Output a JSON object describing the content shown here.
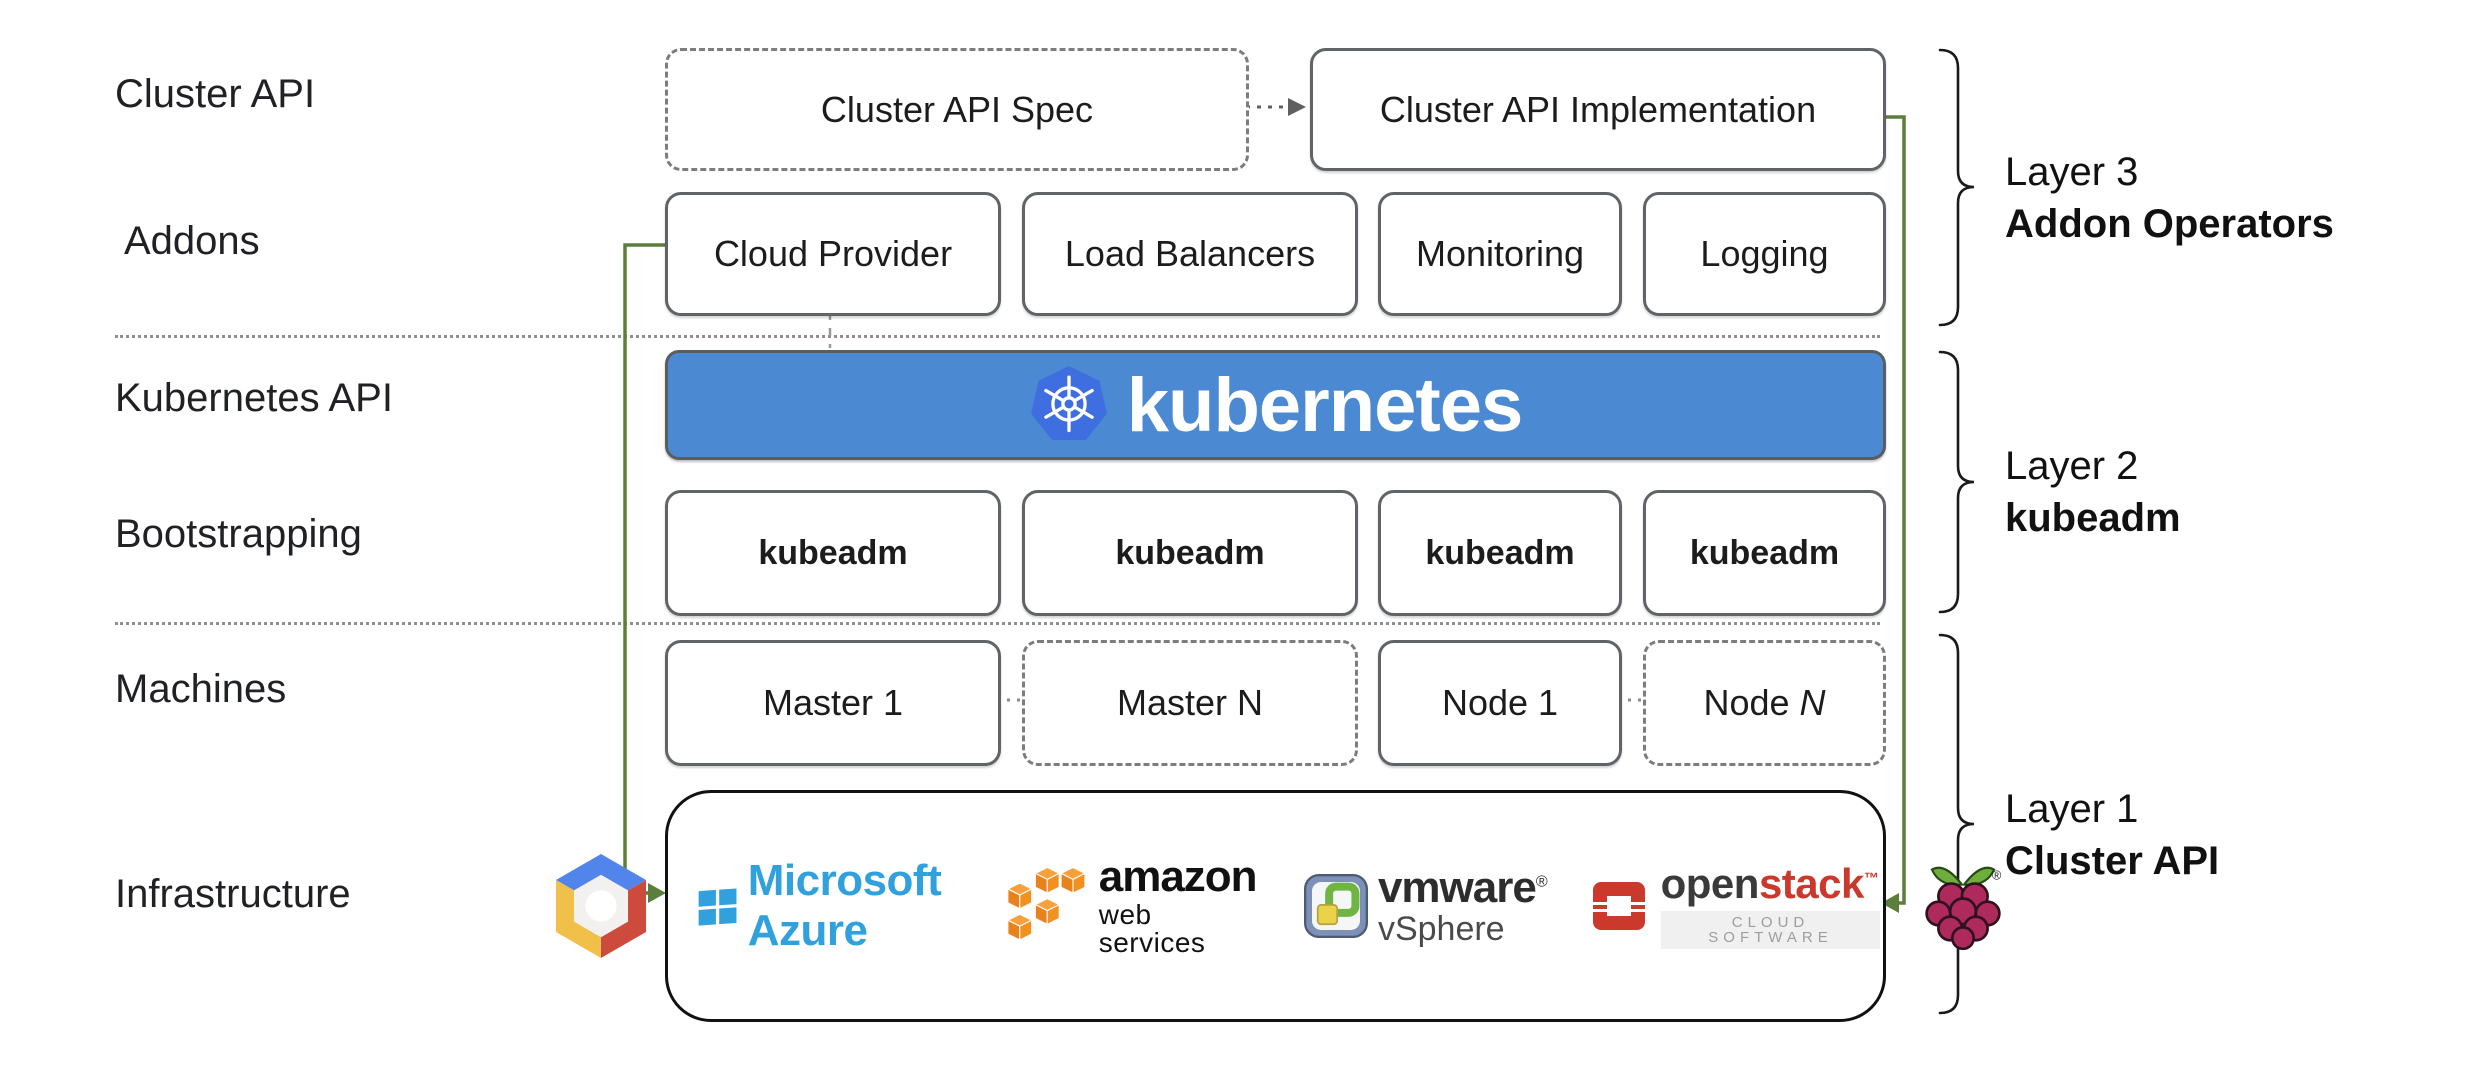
{
  "row_labels": [
    {
      "label": "Cluster API"
    },
    {
      "label": "Addons"
    },
    {
      "label": "Kubernetes API"
    },
    {
      "label": "Bootstrapping"
    },
    {
      "label": "Machines"
    },
    {
      "label": "Infrastructure"
    }
  ],
  "cluster_api_row": {
    "spec": "Cluster API Spec",
    "implementation": "Cluster API Implementation"
  },
  "addons": [
    "Cloud Provider",
    "Load Balancers",
    "Monitoring",
    "Logging"
  ],
  "kubernetes_banner": {
    "text": "kubernetes"
  },
  "bootstrapping": [
    "kubeadm",
    "kubeadm",
    "kubeadm",
    "kubeadm"
  ],
  "machines": [
    {
      "text": "Master 1"
    },
    {
      "text": "Master N"
    },
    {
      "text": "Node 1"
    },
    {
      "text": "Node",
      "n": "N"
    }
  ],
  "infrastructure": {
    "providers": [
      "Google Cloud Platform",
      "Microsoft Azure",
      "Amazon Web Services",
      "VMware vSphere",
      "OpenStack",
      "Raspberry Pi"
    ],
    "azure_label": "Microsoft Azure",
    "aws_label_top": "amazon",
    "aws_label_bottom": "web services",
    "vmware_top": "vmware",
    "vmware_reg": "®",
    "vmware_bottom": "vSphere",
    "openstack_open": "open",
    "openstack_stack": "stack",
    "openstack_tm": "™",
    "openstack_sub": "CLOUD SOFTWARE",
    "raspberry_reg": "®"
  },
  "layers": [
    {
      "layer": "Layer 3",
      "name": "Addon Operators"
    },
    {
      "layer": "Layer 2",
      "name": "kubeadm"
    },
    {
      "layer": "Layer 1",
      "name": "Cluster API"
    }
  ],
  "colors": {
    "banner_blue": "#4b8ad2",
    "k8s_logo_blue": "#3e6ee0",
    "connector_green": "#5b7f3b",
    "box_border_gray": "#606468",
    "azure_blue": "#31a1dd",
    "aws_orange": "#ec8c22",
    "openstack_red": "#cb392c",
    "raspberry_crimson": "#ae2a5d",
    "leaf_green": "#6fae3d"
  }
}
